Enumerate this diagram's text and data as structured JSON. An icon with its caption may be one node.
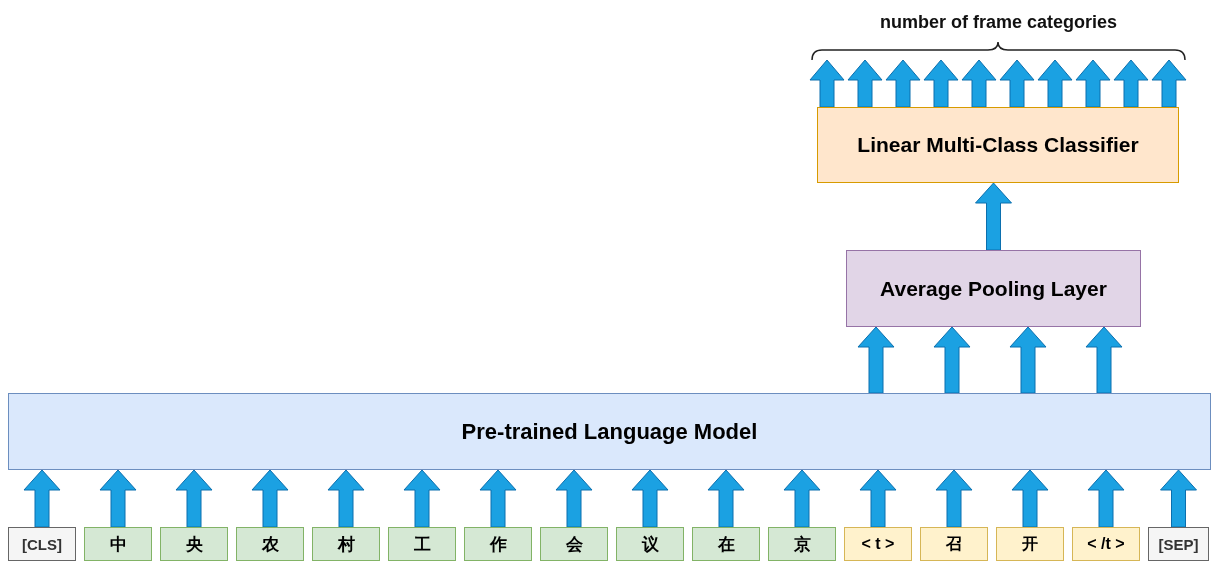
{
  "diagram": {
    "nodes": [
      {
        "text": [
          "Pre-trained Language Model"
        ]
      },
      {
        "text": [
          "Average Pooling Layer"
        ]
      },
      {
        "text": [
          "Linear Multi-Class Classifier"
        ]
      },
      {
        "text": [
          "[CLS]"
        ]
      },
      {
        "text": [
          "中"
        ]
      },
      {
        "text": [
          "央"
        ]
      },
      {
        "text": [
          "农"
        ]
      },
      {
        "text": [
          "村"
        ]
      },
      {
        "text": [
          "工"
        ]
      },
      {
        "text": [
          "作"
        ]
      },
      {
        "text": [
          "会"
        ]
      },
      {
        "text": [
          "议"
        ]
      },
      {
        "text": [
          "在"
        ]
      },
      {
        "text": [
          "京"
        ]
      },
      {
        "text": [
          "< t >"
        ]
      },
      {
        "text": [
          "召"
        ]
      },
      {
        "text": [
          "开"
        ]
      },
      {
        "text": [
          "< /t >"
        ]
      },
      {
        "text": [
          "[SEP]"
        ]
      }
    ],
    "edges": [
      {
        "from": 3,
        "to": 0,
        "arrow": "to"
      },
      {
        "from": 4,
        "to": 0,
        "arrow": "to"
      },
      {
        "from": 5,
        "to": 0,
        "arrow": "to"
      },
      {
        "from": 6,
        "to": 0,
        "arrow": "to"
      },
      {
        "from": 7,
        "to": 0,
        "arrow": "to"
      },
      {
        "from": 8,
        "to": 0,
        "arrow": "to"
      },
      {
        "from": 9,
        "to": 0,
        "arrow": "to"
      },
      {
        "from": 10,
        "to": 0,
        "arrow": "to"
      },
      {
        "from": 11,
        "to": 0,
        "arrow": "to"
      },
      {
        "from": 12,
        "to": 0,
        "arrow": "to"
      },
      {
        "from": 13,
        "to": 0,
        "arrow": "to"
      },
      {
        "from": 14,
        "to": 0,
        "arrow": "to"
      },
      {
        "from": 15,
        "to": 0,
        "arrow": "to"
      },
      {
        "from": 16,
        "to": 0,
        "arrow": "to"
      },
      {
        "from": 17,
        "to": 0,
        "arrow": "to"
      },
      {
        "from": 18,
        "to": 0,
        "arrow": "to"
      },
      {
        "from": 0,
        "to": 1,
        "arrow": "to"
      },
      {
        "from": 0,
        "to": 1,
        "arrow": "to"
      },
      {
        "from": 0,
        "to": 1,
        "arrow": "to"
      },
      {
        "from": 0,
        "to": 1,
        "arrow": "to"
      },
      {
        "from": 1,
        "to": 2,
        "arrow": "to"
      },
      {
        "from": 2,
        "to": null,
        "arrow": "to"
      },
      {
        "from": 2,
        "to": null,
        "arrow": "to"
      },
      {
        "from": 2,
        "to": null,
        "arrow": "to"
      },
      {
        "from": 2,
        "to": null,
        "arrow": "to"
      },
      {
        "from": 2,
        "to": null,
        "arrow": "to"
      },
      {
        "from": 2,
        "to": null,
        "arrow": "to"
      },
      {
        "from": 2,
        "to": null,
        "arrow": "to"
      },
      {
        "from": 2,
        "to": null,
        "arrow": "to"
      },
      {
        "from": 2,
        "to": null,
        "arrow": "to"
      },
      {
        "from": 2,
        "to": null,
        "arrow": "to"
      }
    ],
    "labels": [
      "number of frame categories"
    ]
  }
}
